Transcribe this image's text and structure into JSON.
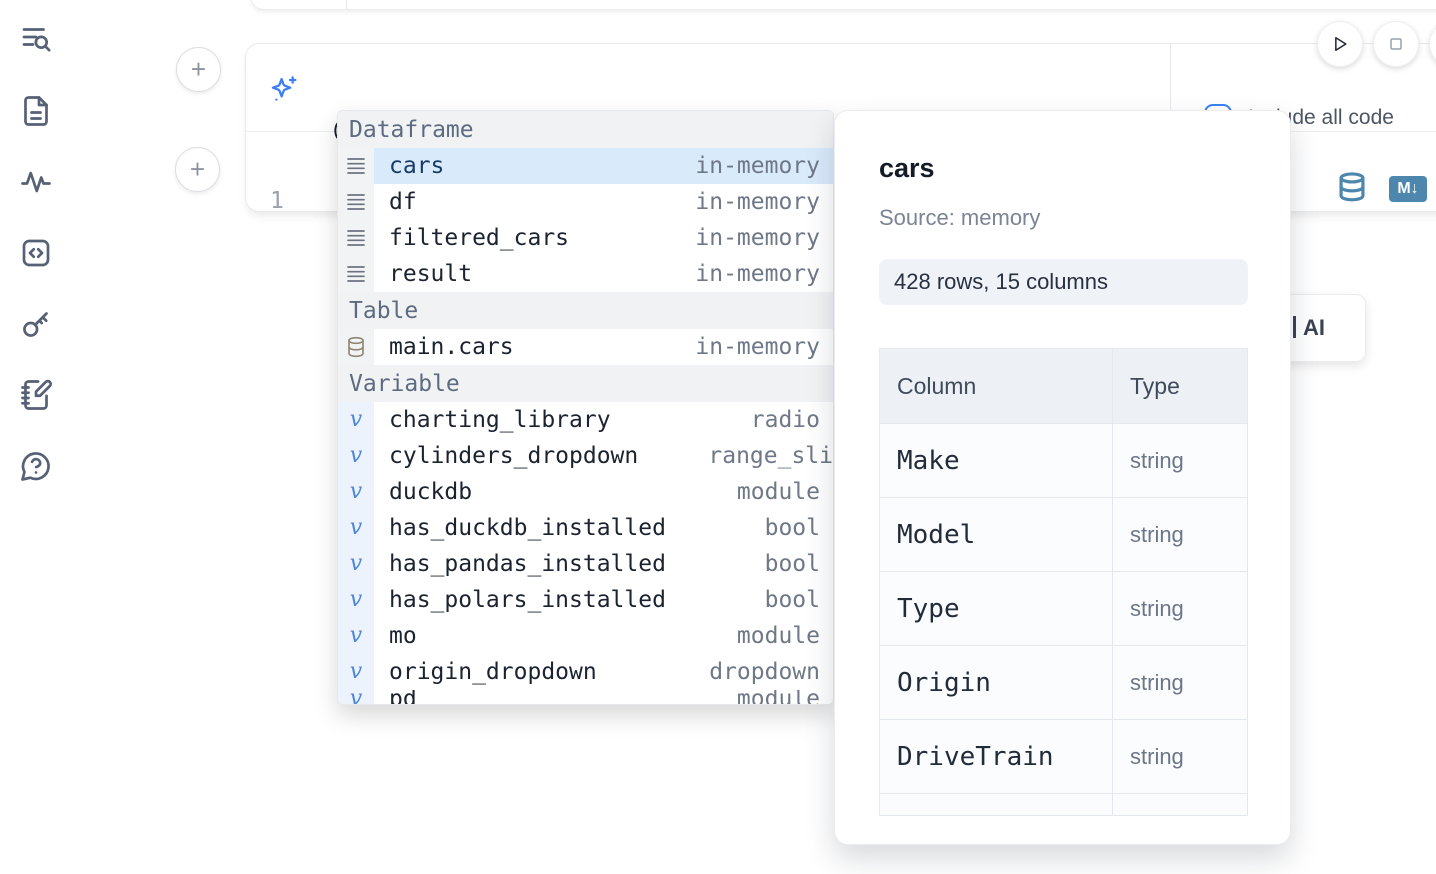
{
  "colors": {
    "accent_blue": "#3b82f6",
    "steel_blue": "#4d87ae",
    "selected_row": "#d9eafb",
    "slate_icon": "#566175"
  },
  "sidebar": {
    "icons": [
      {
        "name": "list-search-icon"
      },
      {
        "name": "document-icon"
      },
      {
        "name": "activity-icon"
      },
      {
        "name": "code-box-icon"
      },
      {
        "name": "key-icon"
      },
      {
        "name": "notebook-pen-icon"
      },
      {
        "name": "help-chat-icon"
      }
    ]
  },
  "prompt_cell": {
    "value": "@",
    "sparkle_icon": "ai-sparkles-icon",
    "include_all_code": {
      "label": "Include all code",
      "checked": false
    }
  },
  "code_cell": {
    "line_number": "1",
    "icons": [
      {
        "name": "database-icon"
      },
      {
        "name": "markdown-icon",
        "glyph": "M↓"
      }
    ]
  },
  "run_controls": {
    "icons": [
      {
        "name": "run-icon"
      },
      {
        "name": "stop-icon"
      },
      {
        "name": "partial-button"
      }
    ]
  },
  "ai_button": {
    "label": "AI"
  },
  "autocomplete": {
    "sections": [
      {
        "label": "Dataframe",
        "items": [
          {
            "name": "cars",
            "type": "in-memory",
            "selected": true
          },
          {
            "name": "df",
            "type": "in-memory"
          },
          {
            "name": "filtered_cars",
            "type": "in-memory"
          },
          {
            "name": "result",
            "type": "in-memory"
          }
        ]
      },
      {
        "label": "Table",
        "items": [
          {
            "name": "main.cars",
            "type": "in-memory"
          }
        ]
      },
      {
        "label": "Variable",
        "items": [
          {
            "name": "charting_library",
            "type": "radio"
          },
          {
            "name": "cylinders_dropdown",
            "type": "range_sli"
          },
          {
            "name": "duckdb",
            "type": "module"
          },
          {
            "name": "has_duckdb_installed",
            "type": "bool"
          },
          {
            "name": "has_pandas_installed",
            "type": "bool"
          },
          {
            "name": "has_polars_installed",
            "type": "bool"
          },
          {
            "name": "mo",
            "type": "module"
          },
          {
            "name": "origin_dropdown",
            "type": "dropdown"
          },
          {
            "name": "pd",
            "type": "module"
          }
        ]
      }
    ]
  },
  "preview_panel": {
    "title": "cars",
    "source": "Source: memory",
    "shape_badge": "428 rows, 15 columns",
    "table": {
      "headers": [
        "Column",
        "Type"
      ],
      "rows": [
        [
          "Make",
          "string"
        ],
        [
          "Model",
          "string"
        ],
        [
          "Type",
          "string"
        ],
        [
          "Origin",
          "string"
        ],
        [
          "DriveTrain",
          "string"
        ]
      ]
    }
  }
}
